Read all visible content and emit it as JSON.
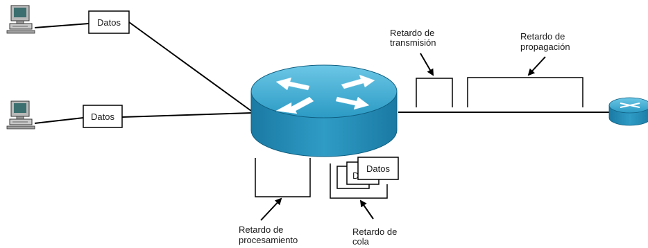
{
  "packets": {
    "pc_top": "Datos",
    "pc_bottom": "Datos",
    "queue_front": "Datos"
  },
  "labels": {
    "transmission_line1": "Retardo de",
    "transmission_line2": "transmisión",
    "propagation_line1": "Retardo de",
    "propagation_line2": "propagación",
    "processing_line1": "Retardo de",
    "processing_line2": "procesamiento",
    "queue_line1": "Retardo de",
    "queue_line2": "cola"
  },
  "colors": {
    "router_top": "#3aa8d0",
    "router_side": "#1f86ae",
    "computer_body": "#b9b9b9",
    "computer_screen": "#3c6f6f",
    "line": "#000000"
  },
  "icons": [
    "computer-icon",
    "router-icon",
    "arrow-icon"
  ]
}
